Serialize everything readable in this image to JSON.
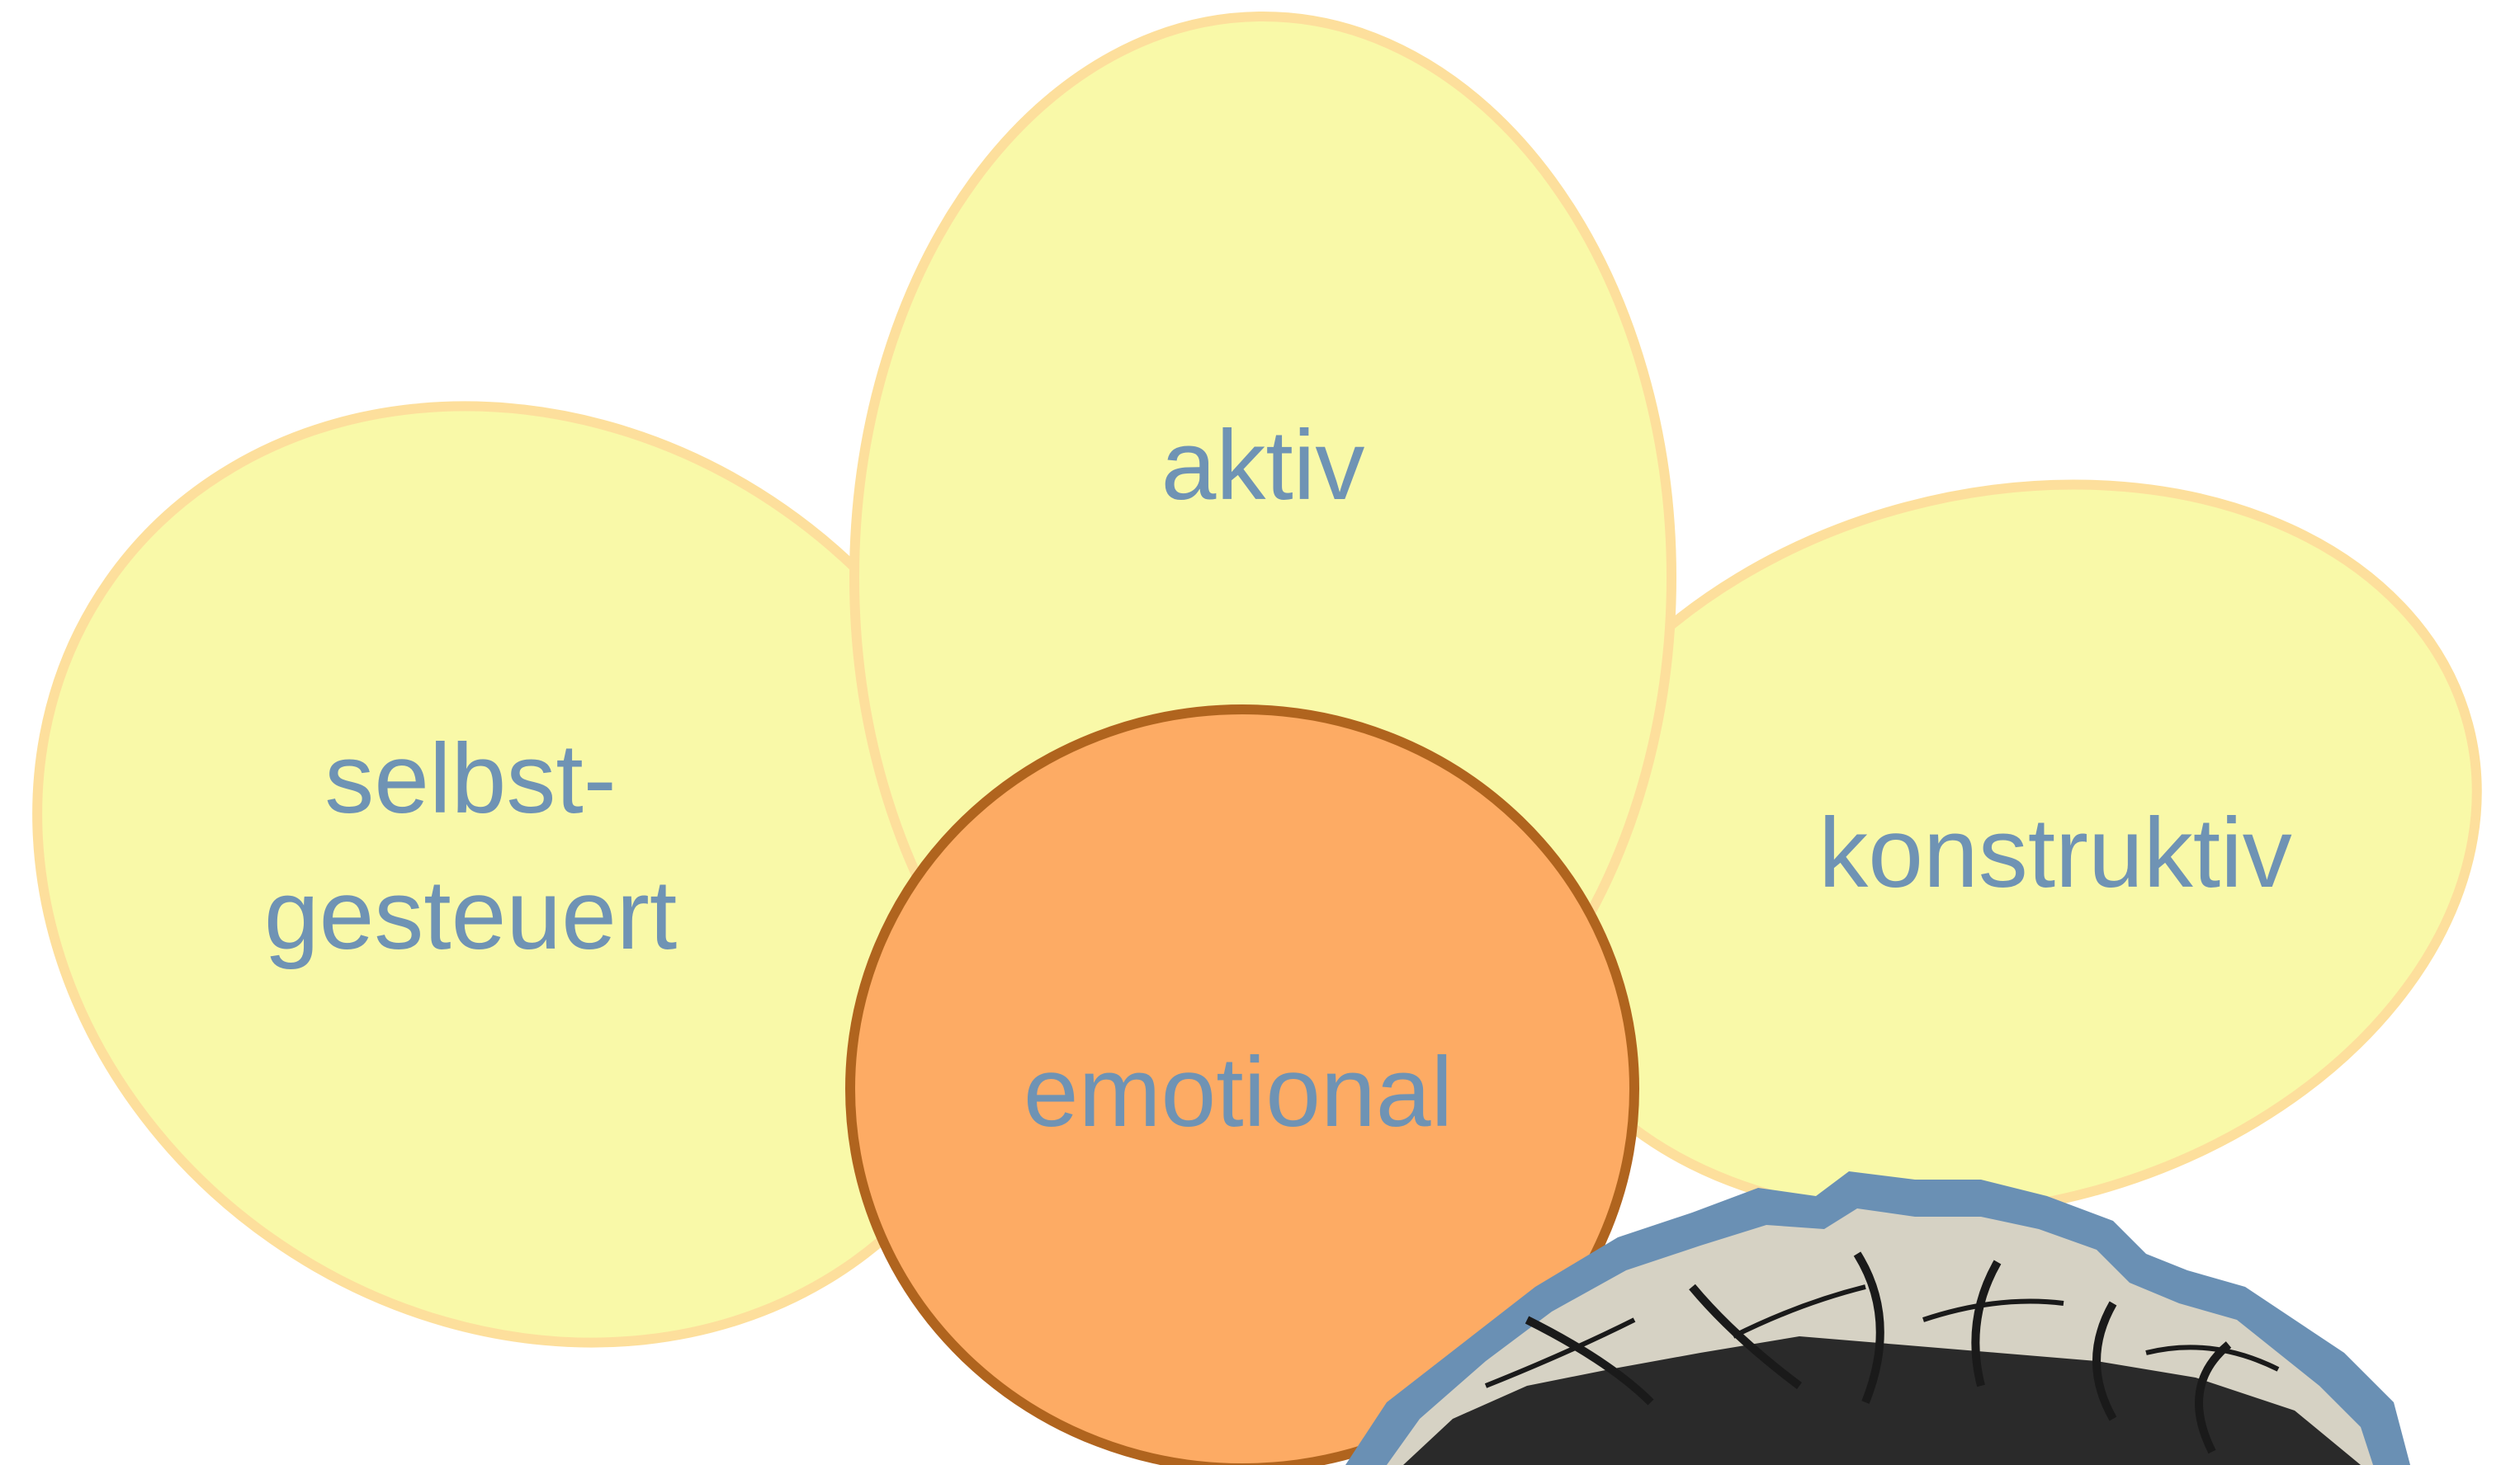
{
  "diagram": {
    "petals": [
      {
        "id": "left",
        "label_lines": [
          "selbst-",
          "gesteuert"
        ]
      },
      {
        "id": "top",
        "label_lines": [
          "aktiv"
        ]
      },
      {
        "id": "right",
        "label_lines": [
          "konstruktiv"
        ]
      }
    ],
    "center": {
      "label": "emotional"
    },
    "image": {
      "description_icon": "brain-tissue-photo-icon"
    },
    "colors": {
      "petal_fill": "#f9f9a8",
      "petal_stroke": "#fddf9c",
      "center_fill": "#fdab64",
      "center_stroke": "#b0641e",
      "text": "#6f93b4",
      "photo_border": "#6a90b4"
    }
  }
}
